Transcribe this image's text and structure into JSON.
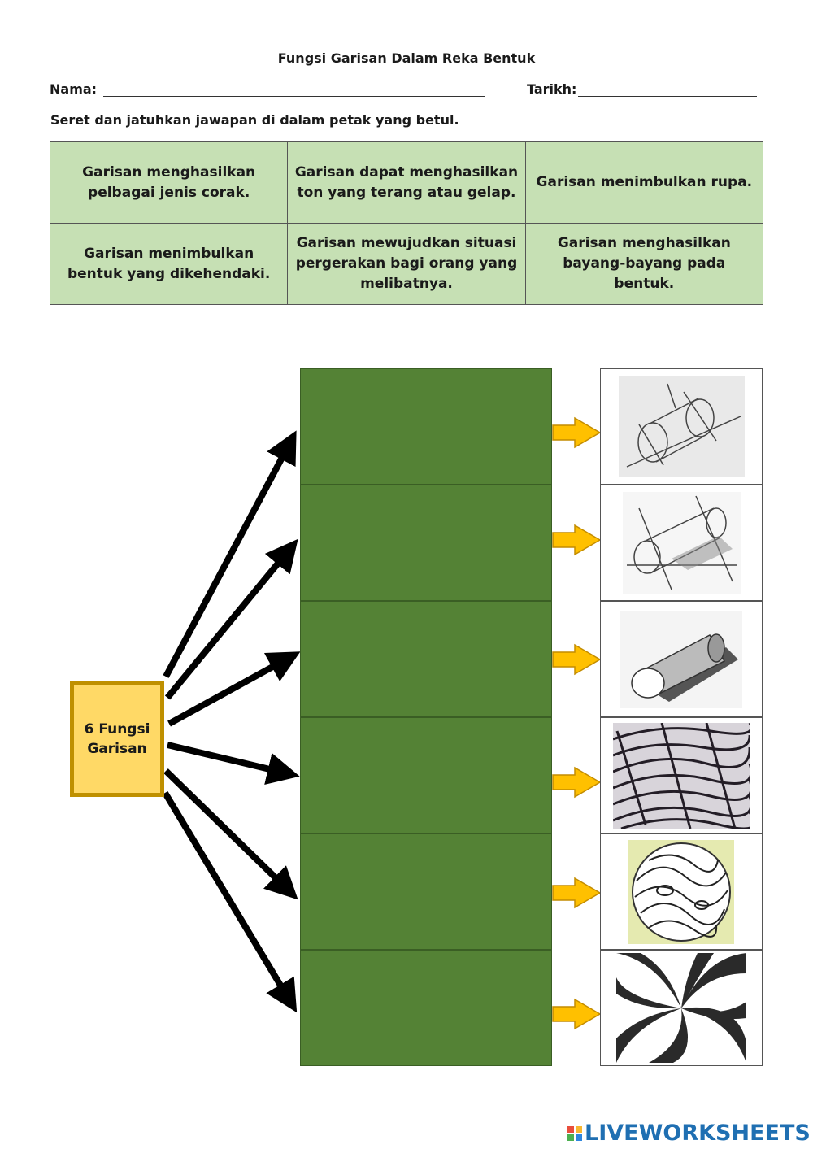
{
  "header": {
    "title": "Fungsi Garisan Dalam Reka Bentuk",
    "name_label": "Nama:",
    "date_label": "Tarikh:",
    "instruction": "Seret dan jatuhkan jawapan di dalam petak yang betul."
  },
  "answers": [
    [
      "Garisan menghasilkan pelbagai jenis corak.",
      "Garisan dapat menghasilkan ton yang terang atau gelap.",
      "Garisan menimbulkan rupa."
    ],
    [
      "Garisan menimbulkan bentuk yang dikehendaki.",
      "Garisan mewujudkan situasi pergerakan bagi orang yang melibatnya.",
      "Garisan menghasilkan bayang-bayang pada bentuk."
    ]
  ],
  "center": {
    "label": "6 Fungsi Garisan"
  },
  "pictures": [
    "cylinder-outline-sketch",
    "cylinder-with-construction-lines",
    "shaded-cylinder",
    "hatched-lines-texture",
    "wood-grain-circle",
    "spiral-stripes"
  ],
  "brand": {
    "logo": "LIVEWORKSHEETS"
  },
  "colors": {
    "answer_bg": "#c6e0b4",
    "drop_bg": "#548235",
    "center_bg": "#ffd966",
    "center_border": "#bf9000",
    "arrow": "#ffc000"
  }
}
